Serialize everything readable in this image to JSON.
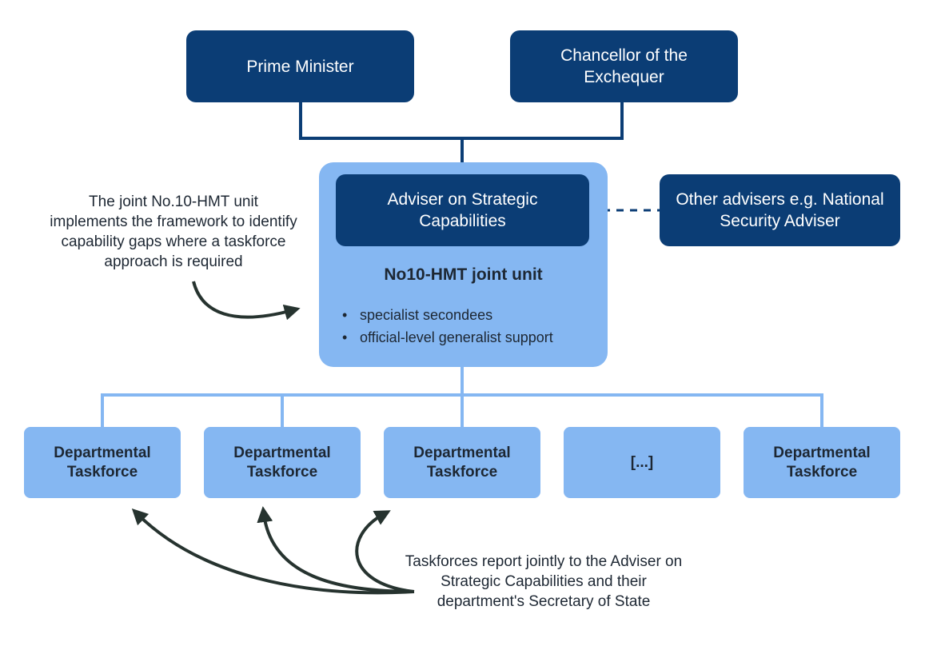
{
  "top": {
    "prime_minister": "Prime Minister",
    "chancellor": "Chancellor of the Exchequer"
  },
  "unit": {
    "adviser": "Adviser on Strategic Capabilities",
    "title": "No10-HMT joint unit",
    "items": [
      "specialist secondees",
      "official-level generalist support"
    ]
  },
  "other_advisers": "Other advisers e.g. National Security Adviser",
  "taskforces": [
    "Departmental Taskforce",
    "Departmental Taskforce",
    "Departmental Taskforce",
    "[...]",
    "Departmental Taskforce"
  ],
  "notes": {
    "left": "The joint No.10-HMT unit implements the framework to identify capability gaps where a taskforce approach is required",
    "bottom": "Taskforces report jointly to the Adviser on Strategic Capabilities and their department's Secretary of State"
  },
  "colors": {
    "dark_blue": "#0b3d75",
    "light_blue": "#85b7f2",
    "arrow": "#26332f"
  }
}
